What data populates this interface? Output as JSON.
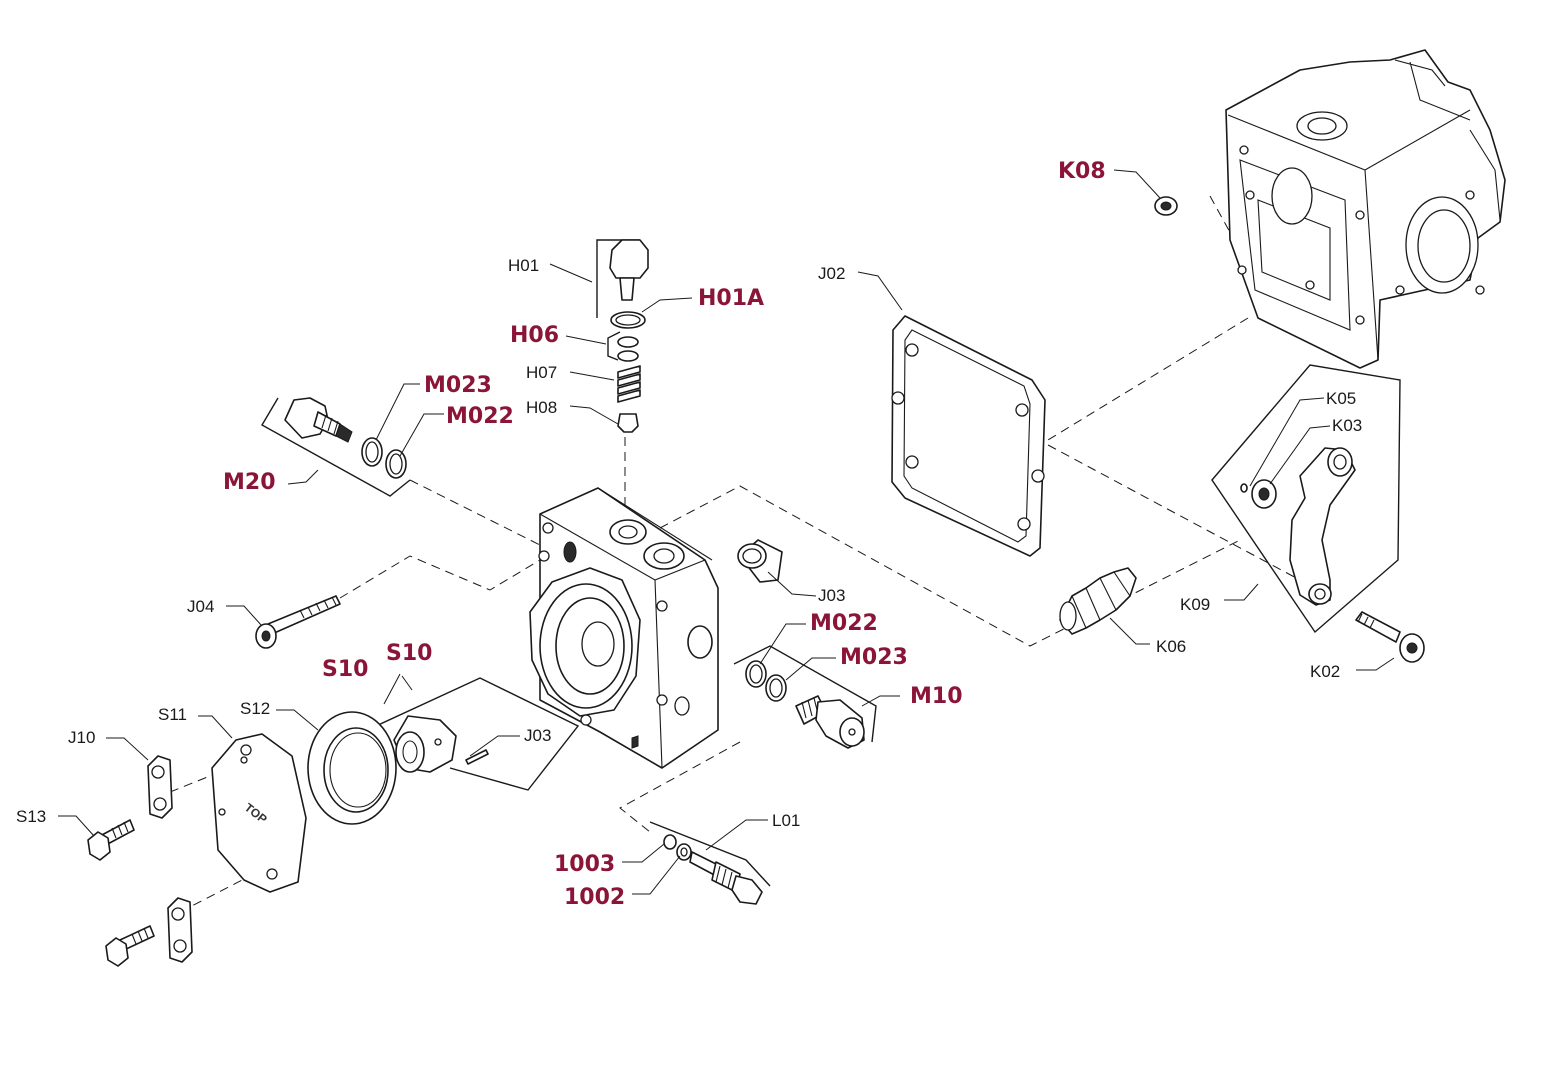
{
  "diagram": {
    "accent_color": "#8b1538",
    "text_color": "#1a1a1a",
    "engraving": "TOP",
    "labels": {
      "K08": "K08",
      "H01": "H01",
      "H01A": "H01A",
      "H06": "H06",
      "H07": "H07",
      "H08": "H08",
      "J02": "J02",
      "M023_upper": "M023",
      "M022_upper": "M022",
      "M20": "M20",
      "K05": "K05",
      "K03": "K03",
      "J03_upper": "J03",
      "J04": "J04",
      "M022_lower": "M022",
      "M023_lower": "M023",
      "M10": "M10",
      "K09": "K09",
      "K06": "K06",
      "K02": "K02",
      "S10_left": "S10",
      "S10_right": "S10",
      "S11": "S11",
      "S12": "S12",
      "J10": "J10",
      "J03_lower": "J03",
      "S13": "S13",
      "L01": "L01",
      "1003": "1003",
      "1002": "1002"
    }
  }
}
